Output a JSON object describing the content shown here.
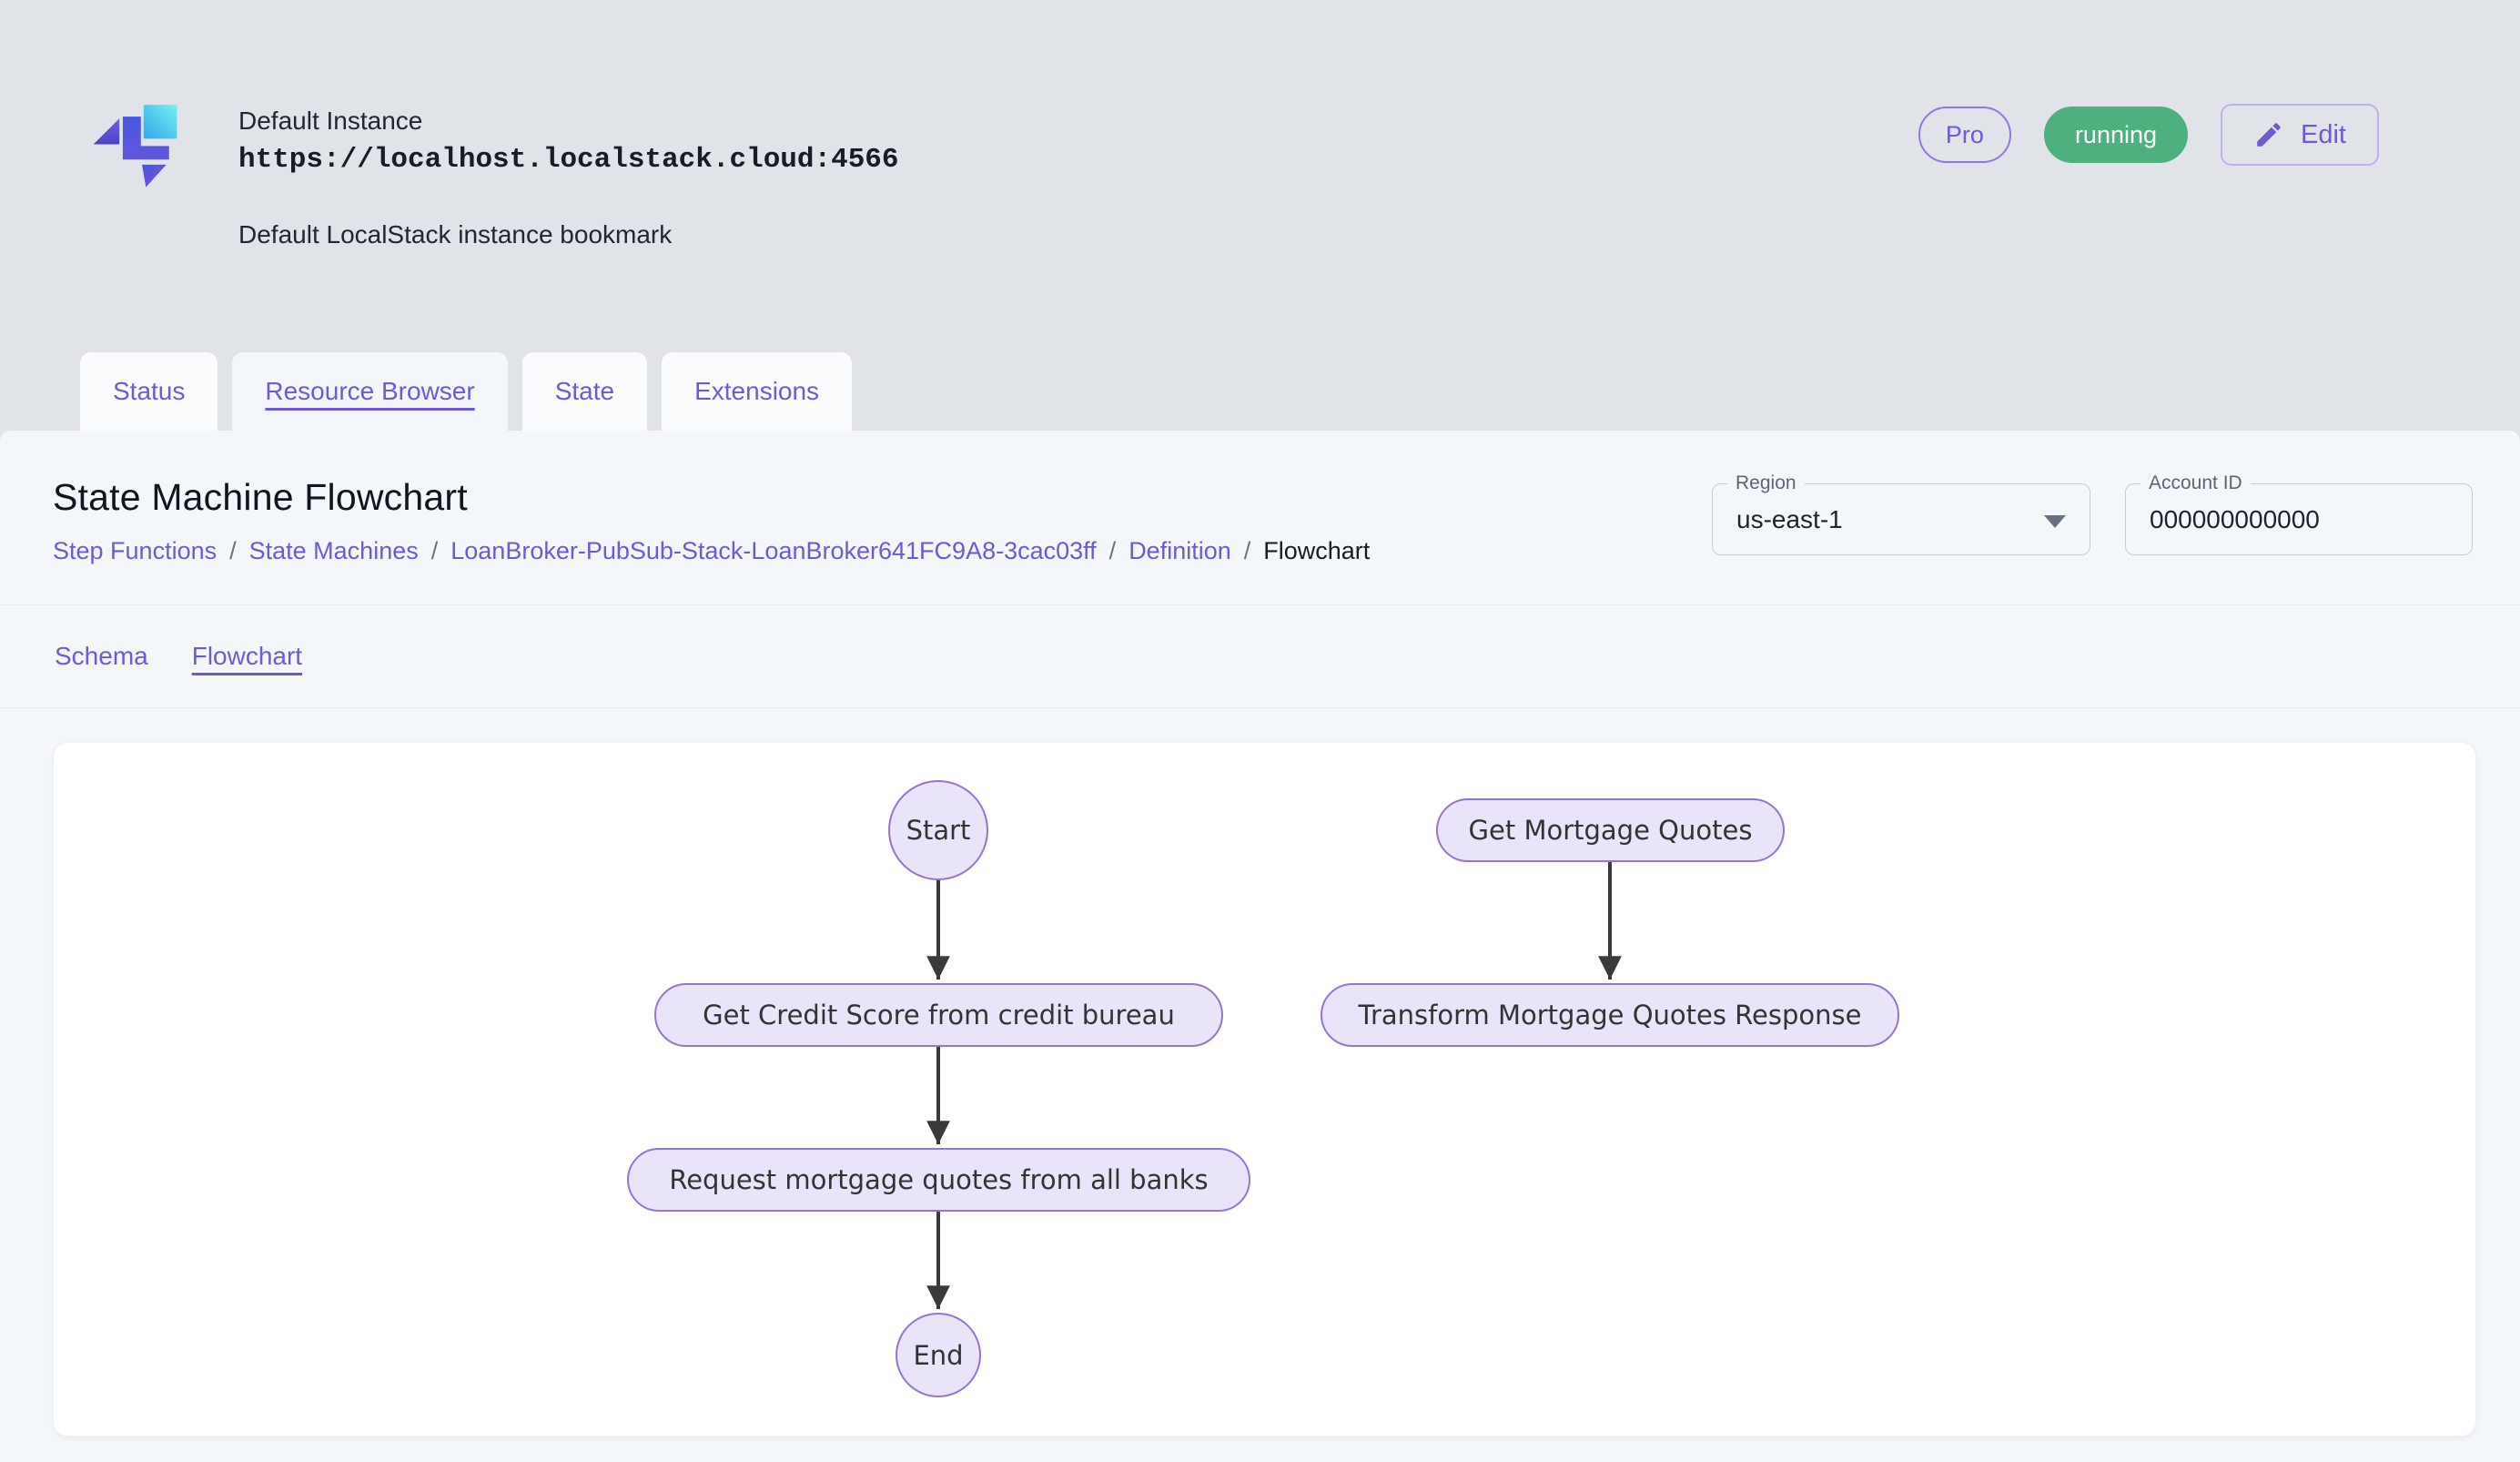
{
  "header": {
    "instance_name": "Default Instance",
    "instance_url": "https://localhost.localstack.cloud:4566",
    "instance_description": "Default LocalStack instance bookmark",
    "pro_badge": "Pro",
    "status_badge": "running",
    "edit_button": "Edit"
  },
  "tabs": [
    {
      "label": "Status",
      "active": false
    },
    {
      "label": "Resource Browser",
      "active": true
    },
    {
      "label": "State",
      "active": false
    },
    {
      "label": "Extensions",
      "active": false
    }
  ],
  "page": {
    "title": "State Machine Flowchart",
    "breadcrumb": [
      {
        "label": "Step Functions",
        "link": true
      },
      {
        "label": "State Machines",
        "link": true
      },
      {
        "label": "LoanBroker-PubSub-Stack-LoanBroker641FC9A8-3cac03ff",
        "link": true
      },
      {
        "label": "Definition",
        "link": true
      },
      {
        "label": "Flowchart",
        "link": false
      }
    ],
    "separator": "/",
    "region_field": {
      "label": "Region",
      "value": "us-east-1"
    },
    "account_field": {
      "label": "Account ID",
      "value": "000000000000"
    }
  },
  "subtabs": [
    {
      "label": "Schema",
      "active": false
    },
    {
      "label": "Flowchart",
      "active": true
    }
  ],
  "flowchart": {
    "nodes": {
      "start": "Start",
      "get_credit_score": "Get Credit Score from credit bureau",
      "request_quotes": "Request mortgage quotes from all banks",
      "end": "End",
      "get_mortgage_quotes": "Get Mortgage Quotes",
      "transform_response": "Transform Mortgage Quotes Response"
    },
    "edges": [
      {
        "from": "start",
        "to": "get_credit_score"
      },
      {
        "from": "get_credit_score",
        "to": "request_quotes"
      },
      {
        "from": "request_quotes",
        "to": "end"
      },
      {
        "from": "get_mortgage_quotes",
        "to": "transform_response"
      }
    ]
  },
  "colors": {
    "accent": "#7158d8",
    "accent-border": "#8b7ae4",
    "running-green": "#4db07e",
    "node-fill": "#e9e4f9",
    "node-border": "#9674d1",
    "edge": "#3a3a3a",
    "logo-cyan": "#55e0ee",
    "logo-purple": "#5a50d8"
  }
}
